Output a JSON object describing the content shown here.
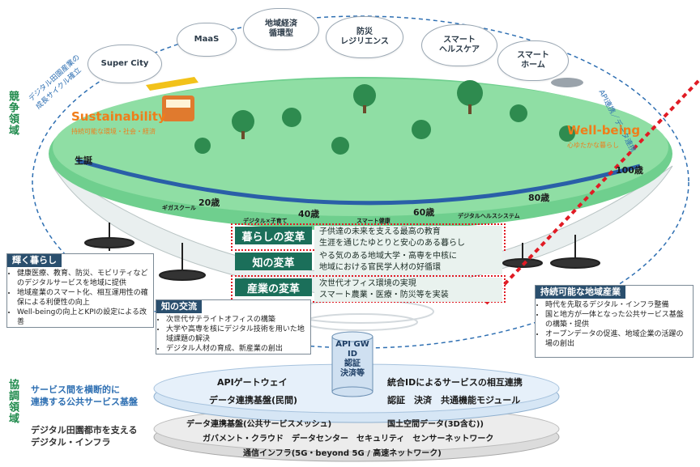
{
  "side_labels": {
    "competition": "競争領域",
    "cooperation": "協調領域"
  },
  "clouds": [
    {
      "label": "Super City"
    },
    {
      "label": "MaaS"
    },
    {
      "label": "地域経済\n循環型"
    },
    {
      "label": "防災\nレジリエンス"
    },
    {
      "label": "スマート\nヘルスケア"
    },
    {
      "label": "スマート\nホーム"
    }
  ],
  "arc_left": "デジタル田園産業の\n成長サイクル確立",
  "arc_right": "API連携／データ連携",
  "sustainability": {
    "title": "Sustainability",
    "subtitle": "持続可能な環境・社会・経済"
  },
  "wellbeing": {
    "title": "Well-being",
    "subtitle": "心ゆたかな暮らし"
  },
  "timeline": {
    "birth": "生誕",
    "ages": [
      "20歳",
      "40歳",
      "60歳",
      "80歳",
      "100歳"
    ],
    "mini": [
      "ギガスクール",
      "デジタル×子育て",
      "スマート健康",
      "デジタルヘルスシステム"
    ]
  },
  "reforms": [
    {
      "title": "暮らしの変革",
      "items": [
        "子供達の未来を支える最高の教育",
        "生涯を通じたゆとりと安心のある暮らし"
      ]
    },
    {
      "title": "知の変革",
      "items": [
        "やる気のある地域大学・高専を中核に",
        "地域における官民学人材の好循環"
      ]
    },
    {
      "title": "産業の変革",
      "items": [
        "次世代オフィス環境の実現",
        "スマート農業・医療・防災等を実装"
      ]
    }
  ],
  "left_box": {
    "title": "輝く暮らし",
    "items": [
      "健康医療、教育、防災、モビリティなどのデジタルサービスを地域に提供",
      "地域産業のスマート化、相互運用性の確保による利便性の向上",
      "Well-beingの向上とKPIの設定による改善"
    ]
  },
  "mid_box": {
    "title": "知の交流",
    "items": [
      "次世代サテライトオフィスの構築",
      "大学や高専を核にデジタル技術を用いた地域課題の解決",
      "デジタル人材の育成、新産業の創出"
    ]
  },
  "right_box": {
    "title": "持続可能な地域産業",
    "items": [
      "時代を先取るデジタル・インフラ整備",
      "国と地方が一体となった公共サービス基盤の構築・提供",
      "オープンデータの促進、地域企業の活躍の場の創出"
    ]
  },
  "gateway": {
    "line1": "API GW",
    "line2": "ID",
    "line3": "認証",
    "line4": "決済等"
  },
  "platform": {
    "left_caption": "サービス間を横断的に\n連携する公共サービス基盤",
    "api_gateway": "APIゲートウェイ",
    "data_platform": "データ連携基盤(民間)",
    "id_link": "統合IDによるサービスの相互連携",
    "common_modules": "認証　決済　共通機能モジュール"
  },
  "infra": {
    "left_caption": "デジタル田園都市を支える\nデジタル・インフラ",
    "line1_a": "データ連携基盤(公共サービスメッシュ)",
    "line1_b": "国土空間データ(3D含む))",
    "line2": "ガバメント・クラウド　データセンター　セキュリティ　センサーネットワーク",
    "line3": "通信インフラ(5G・beyond 5G / 高速ネットワーク)"
  }
}
